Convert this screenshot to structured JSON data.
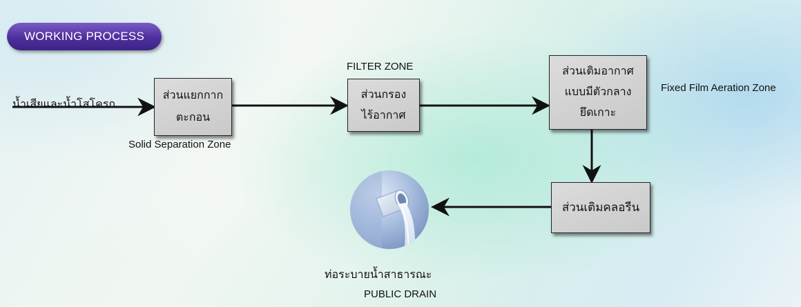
{
  "header": {
    "badge_text": "WORKING PROCESS",
    "badge_color": "#4e2f9e"
  },
  "flow": {
    "input_label": "น้ำเสียและน้ำโสโครก",
    "solid_separation": {
      "lines": [
        "ส่วนแยกกาก",
        "ตะกอน"
      ],
      "zone_label": "Solid Separation Zone"
    },
    "filter": {
      "zone_label": "FILTER ZONE",
      "lines": [
        "ส่วนกรอง",
        "ไร้อากาศ"
      ]
    },
    "aeration": {
      "lines": [
        "ส่วนเติมอากาศ",
        "แบบมีตัวกลาง",
        "ยึดเกาะ"
      ],
      "zone_label": "Fixed Film Aeration Zone"
    },
    "chlorine": {
      "lines": [
        "ส่วนเติมคลอรีน"
      ]
    },
    "drain": {
      "icon": "drain-pipe-icon",
      "thai_label": "ท่อระบายน้ำสาธารณะ",
      "en_label": "PUBLIC DRAIN"
    }
  },
  "colors": {
    "box_fill": "#d2d2d2",
    "arrow": "#111111"
  }
}
